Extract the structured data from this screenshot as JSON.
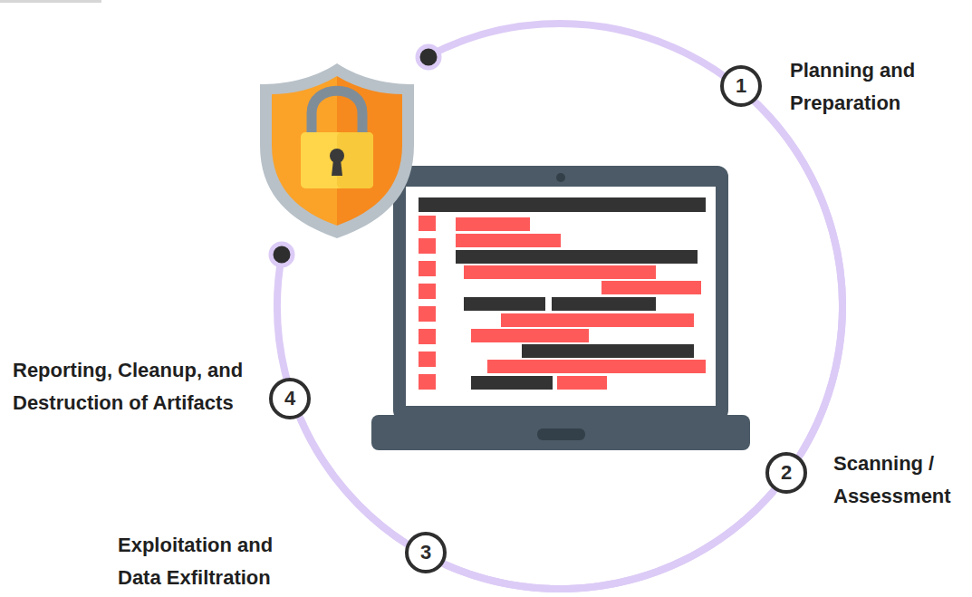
{
  "diagram": {
    "nodes": [
      {
        "text": [
          "1",
          "Planning and Preparation"
        ]
      },
      {
        "text": [
          "2",
          "Scanning / Assessment"
        ]
      },
      {
        "text": [
          "3",
          "Exploitation and Data Exfiltration"
        ]
      },
      {
        "text": [
          "4",
          "Reporting, Cleanup, and Destruction of Artifacts"
        ]
      }
    ],
    "edges": [
      {
        "from": 0,
        "to": 1,
        "arrow": "none"
      },
      {
        "from": 1,
        "to": 2,
        "arrow": "none"
      },
      {
        "from": 2,
        "to": 3,
        "arrow": "none"
      }
    ]
  }
}
